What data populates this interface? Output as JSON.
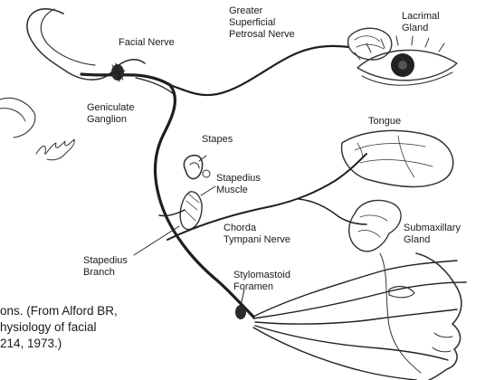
{
  "labels": {
    "facial_nerve": "Facial Nerve",
    "greater_superficial_petrosal_nerve": [
      "Greater",
      "Superficial",
      "Petrosal Nerve"
    ],
    "lacrimal_gland": [
      "Lacrimal",
      "Gland"
    ],
    "geniculate_ganglion": [
      "Geniculate",
      "Ganglion"
    ],
    "tongue": "Tongue",
    "stapes": "Stapes",
    "stapedius_muscle": [
      "Stapedius",
      "Muscle"
    ],
    "chorda_tympani_nerve": [
      "Chorda",
      "Tympani Nerve"
    ],
    "submaxillary_gland": [
      "Submaxillary",
      "Gland"
    ],
    "stapedius_branch": [
      "Stapedius",
      "Branch"
    ],
    "stylomastoid_foramen": [
      "Stylomastoid",
      "Foramen"
    ]
  },
  "caption_lines": [
    "ons. (From Alford BR,",
    "hysiology of facial",
    "214, 1973.)"
  ],
  "artist_signature": "signature"
}
